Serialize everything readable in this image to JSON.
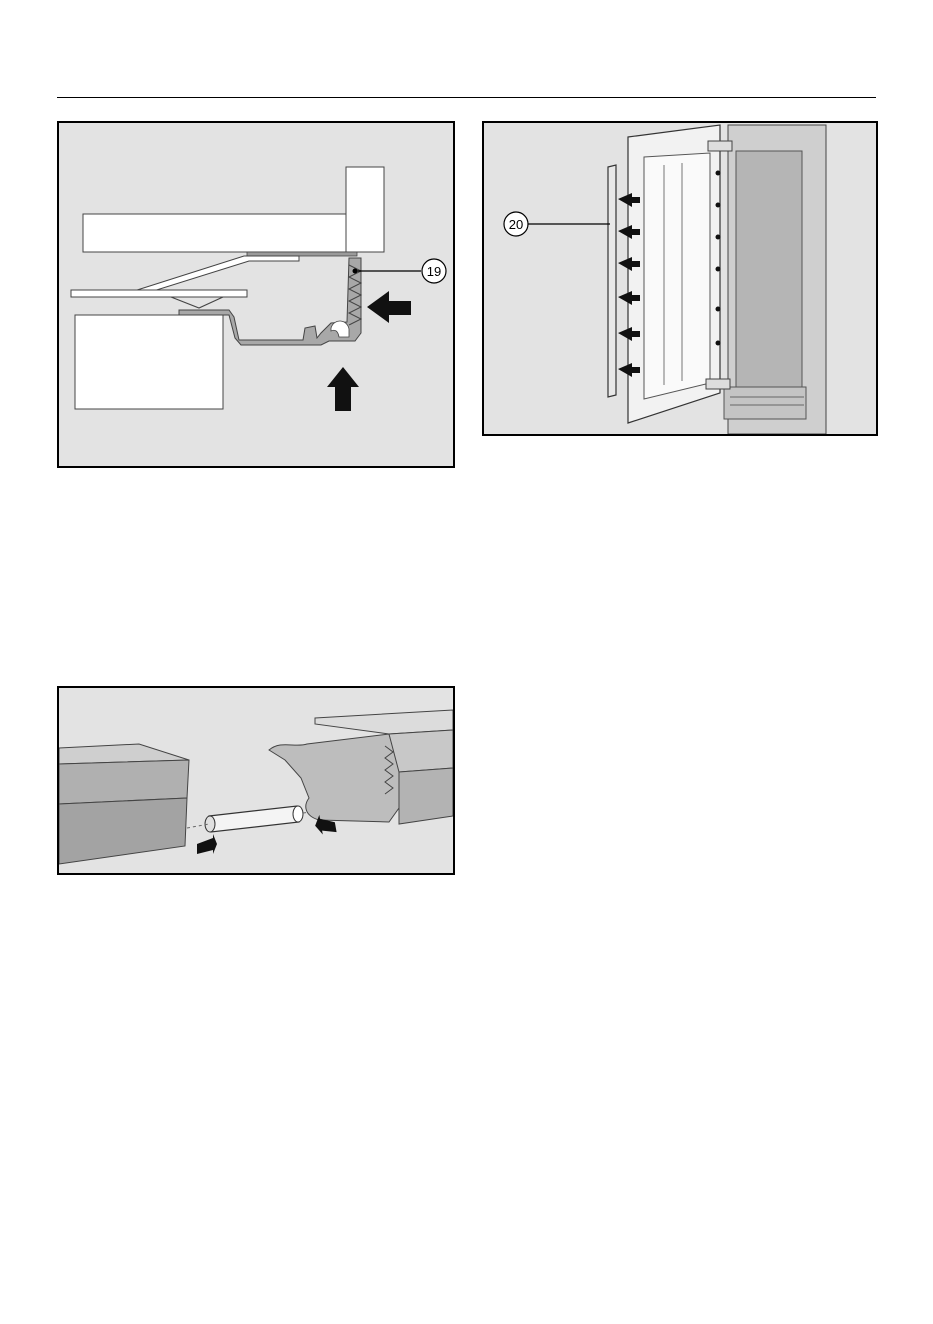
{
  "figures": [
    {
      "id": "seal-cross-section",
      "callouts": [
        {
          "number": "19"
        }
      ]
    },
    {
      "id": "door-seal-fitting",
      "callouts": [
        {
          "number": "20"
        }
      ]
    },
    {
      "id": "seal-joint-connector",
      "callouts": []
    }
  ]
}
